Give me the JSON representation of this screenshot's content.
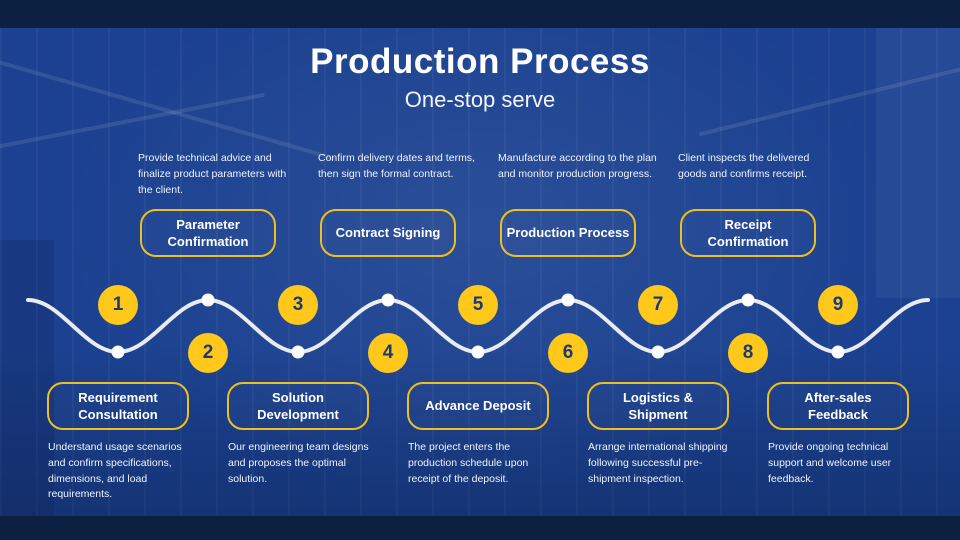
{
  "header": {
    "title": "Production Process",
    "subtitle": "One-stop serve"
  },
  "steps": [
    {
      "number": "1",
      "label": "Requirement Consultation",
      "description": "Understand usage scenarios and confirm specifications, dimensions, and load requirements.",
      "side": "bottom"
    },
    {
      "number": "2",
      "label": "Parameter Confirmation",
      "description": "Provide technical advice and finalize product parameters with the client.",
      "side": "top"
    },
    {
      "number": "3",
      "label": "Solution Development",
      "description": "Our engineering team designs and proposes the optimal solution.",
      "side": "bottom"
    },
    {
      "number": "4",
      "label": "Contract Signing",
      "description": "Confirm delivery dates and terms, then sign the formal contract.",
      "side": "top"
    },
    {
      "number": "5",
      "label": "Advance Deposit",
      "description": "The project enters the production schedule upon receipt of the deposit.",
      "side": "bottom"
    },
    {
      "number": "6",
      "label": "Production Process",
      "description": "Manufacture according to the plan and monitor production progress.",
      "side": "top"
    },
    {
      "number": "7",
      "label": "Logistics & Shipment",
      "description": "Arrange international shipping following successful pre-shipment inspection.",
      "side": "bottom"
    },
    {
      "number": "8",
      "label": "Receipt Confirmation",
      "description": "Client inspects the delivered goods and confirms receipt.",
      "side": "top"
    },
    {
      "number": "9",
      "label": "After-sales Feedback",
      "description": "Provide ongoing technical support and welcome user feedback.",
      "side": "bottom"
    }
  ],
  "colors": {
    "bg": "#1B4190",
    "navy": "#0C2142",
    "yellow": "#EFBF1F",
    "badge": "#FFC81B",
    "number": "#1A3B74",
    "wave": "#E9EBEF"
  }
}
